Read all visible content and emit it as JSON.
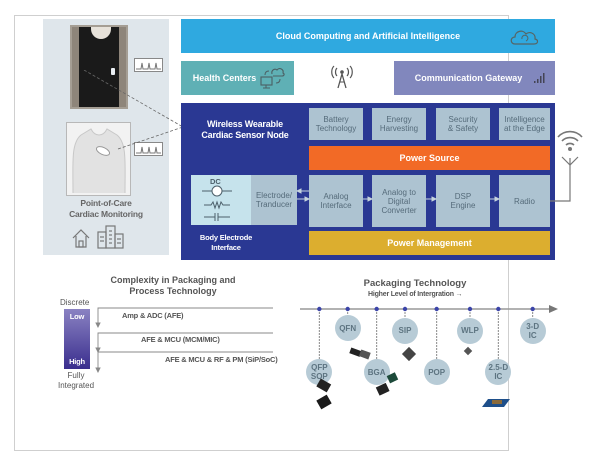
{
  "top": {
    "cloud_label": "Cloud Computing and Artificial Intelligence",
    "cloud_icon": "cloud-sync-icon",
    "health_label": "Health Centers",
    "health_icon": "computer-cloud-icon",
    "tower_icon": "radio-tower-icon",
    "gateway_label": "Communication Gateway",
    "gateway_icon": "signal-bars-icon"
  },
  "left_panel": {
    "caption_line1": "Point-of-Care",
    "caption_line2": "Cardiac Monitoring",
    "icons": [
      "home-icon",
      "buildings-icon"
    ]
  },
  "node": {
    "title_line1": "Wireless Wearable",
    "title_line2": "Cardiac Sensor Node",
    "top_boxes": [
      {
        "line1": "Battery",
        "line2": "Technology"
      },
      {
        "line1": "Energy",
        "line2": "Harvesting"
      },
      {
        "line1": "Security",
        "line2": "& Safety"
      },
      {
        "line1": "Intelligence",
        "line2": "at the Edge"
      }
    ],
    "power_source": "Power Source",
    "electrode_dc": "DC",
    "electrode_label_line1": "Electrode/",
    "electrode_label_line2": "Tranducer",
    "body_label_line1": "Body Electrode",
    "body_label_line2": "Interface",
    "chain": [
      {
        "line1": "Analog",
        "line2": "Interface",
        "line3": ""
      },
      {
        "line1": "Analog to",
        "line2": "Digital",
        "line3": "Converter"
      },
      {
        "line1": "DSP",
        "line2": "Engine",
        "line3": ""
      },
      {
        "line1": "Radio",
        "line2": "",
        "line3": ""
      }
    ],
    "power_management": "Power Management",
    "antenna_icon": "wifi-antenna-icon"
  },
  "complexity": {
    "title_line1": "Complexity in Packaging and",
    "title_line2": "Process Technology",
    "top_label": "Discrete",
    "low": "Low",
    "high": "High",
    "bottom_line1": "Fully",
    "bottom_line2": "Integrated",
    "rows": [
      "Amp & ADC (AFE)",
      "AFE & MCU (MCM/MIC)",
      "AFE & MCU & RF & PM (SiP/SoC)"
    ]
  },
  "packaging": {
    "title": "Packaging Technology",
    "subtitle": "Higher Level of Intergration →",
    "items": [
      {
        "line1": "QFP",
        "line2": "SOP"
      },
      {
        "line1": "QFN",
        "line2": ""
      },
      {
        "line1": "BGA",
        "line2": ""
      },
      {
        "line1": "SIP",
        "line2": ""
      },
      {
        "line1": "POP",
        "line2": ""
      },
      {
        "line1": "WLP",
        "line2": ""
      },
      {
        "line1": "2.5-D",
        "line2": "IC"
      },
      {
        "line1": "3-D",
        "line2": "IC"
      }
    ]
  },
  "colors": {
    "cloud": "#2fa9e0",
    "health": "#5fb0b5",
    "gateway": "#8187bd",
    "node": "#2a3893",
    "power_source": "#f26a26",
    "power_management": "#dcae2f"
  }
}
